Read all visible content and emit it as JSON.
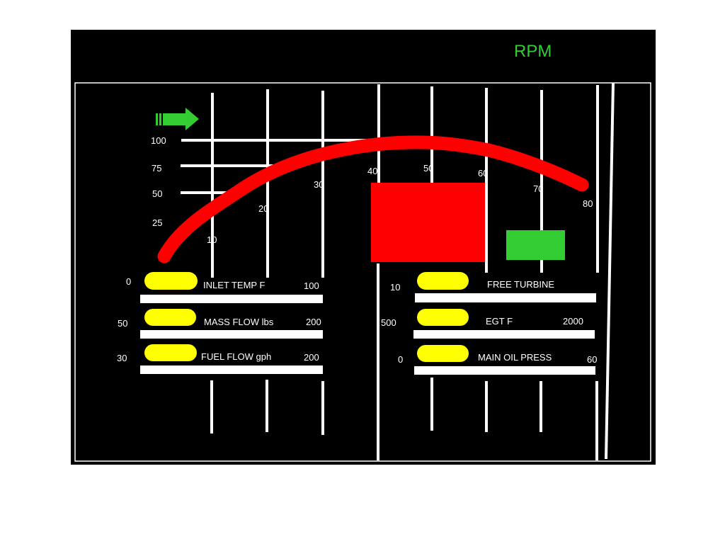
{
  "header": {
    "title": "RPM"
  },
  "colors": {
    "background": "#000000",
    "grid": "#ffffff",
    "arc": "#ff0000",
    "arrow": "#33cc33",
    "pill": "#ffff00",
    "red_block": "#ff0000",
    "green_block": "#33cc33",
    "title": "#33cc33"
  },
  "rpm_gauge": {
    "level_ticks": [
      "100",
      "75",
      "50",
      "25"
    ],
    "arc_ticks": [
      "10",
      "20",
      "30",
      "40",
      "50",
      "60",
      "70",
      "80"
    ]
  },
  "indicators": {
    "left": [
      {
        "label": "INLET TEMP  F",
        "min": "0",
        "max": "100"
      },
      {
        "label": "MASS FLOW lbs",
        "min": "50",
        "max": "200"
      },
      {
        "label": "FUEL FLOW gph",
        "min": "30",
        "max": "200"
      }
    ],
    "right": [
      {
        "label": "FREE TURBINE",
        "min": "10",
        "max": ""
      },
      {
        "label": "EGT   F",
        "min": "500",
        "max": "2000"
      },
      {
        "label": "MAIN OIL PRESS",
        "min": "0",
        "max": "60"
      }
    ]
  }
}
